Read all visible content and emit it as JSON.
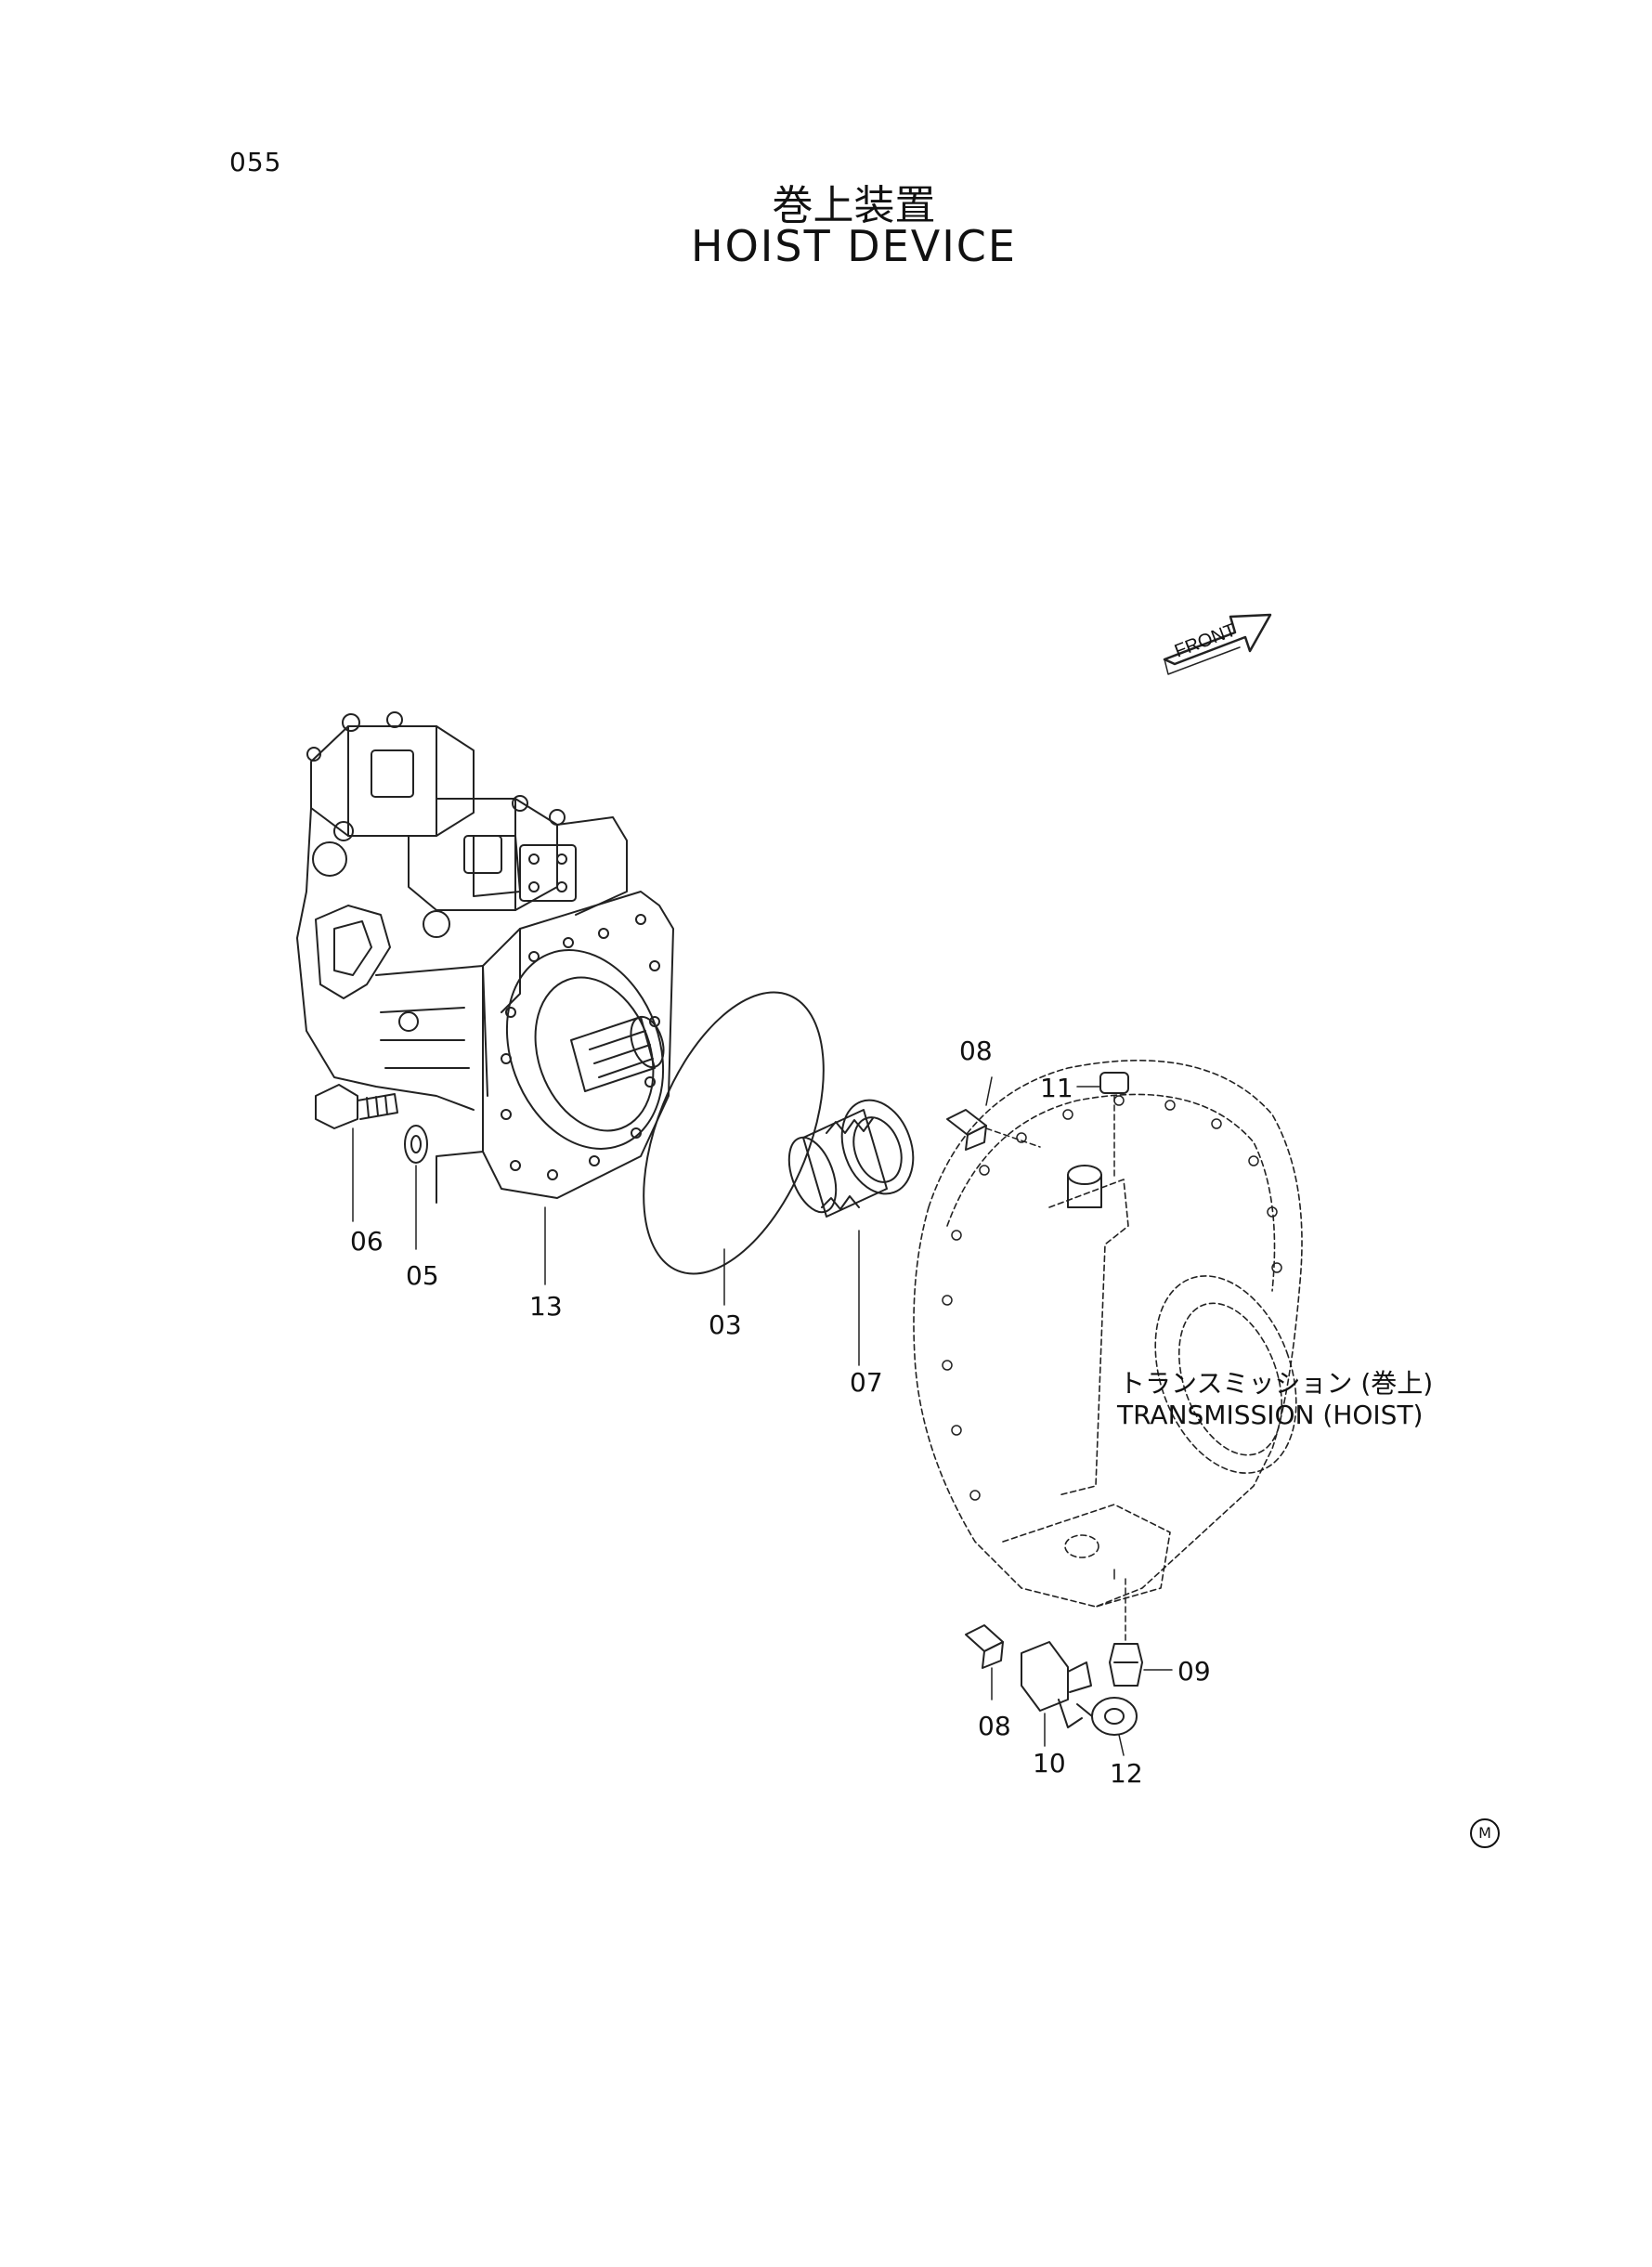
{
  "page": {
    "number": "055",
    "title_jp": "巻上装置",
    "title_en": "HOIST DEVICE",
    "mark": "M"
  },
  "front_arrow": {
    "label": "FRONT"
  },
  "transmission": {
    "label_jp": "トランスミッション (巻上)",
    "label_en": "TRANSMISSION (HOIST)"
  },
  "parts": [
    {
      "ref": "08"
    },
    {
      "ref": "11"
    },
    {
      "ref": "06"
    },
    {
      "ref": "05"
    },
    {
      "ref": "13"
    },
    {
      "ref": "03"
    },
    {
      "ref": "07"
    },
    {
      "ref": "09"
    },
    {
      "ref": "08"
    },
    {
      "ref": "10"
    },
    {
      "ref": "12"
    }
  ]
}
